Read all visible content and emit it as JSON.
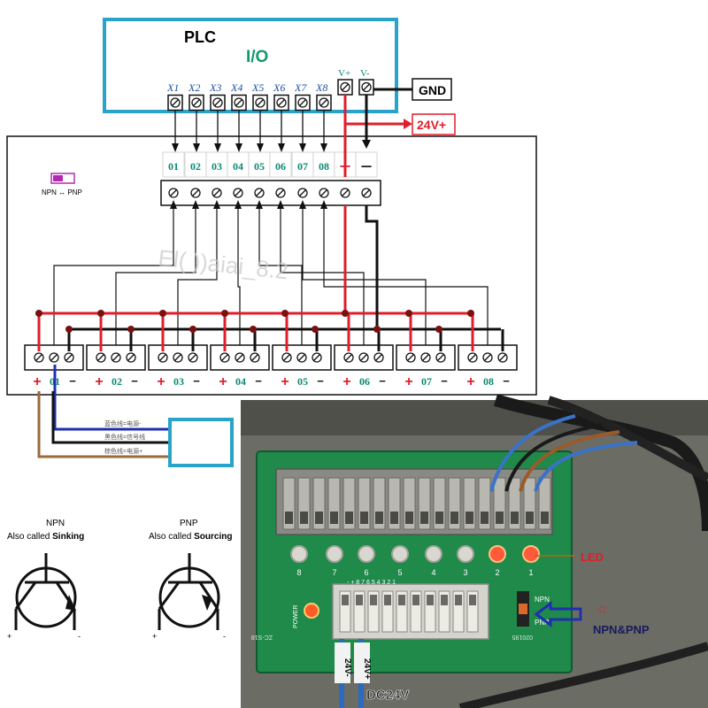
{
  "plc": {
    "title": "PLC",
    "io_label": "I/O",
    "inputs": [
      "X1",
      "X2",
      "X3",
      "X4",
      "X5",
      "X6",
      "X7",
      "X8"
    ],
    "vplus": "V+",
    "vminus": "V-"
  },
  "gnd_label": "GND",
  "v24_label": "24V+",
  "board": {
    "slider_label": "NPN ↔ PNP",
    "terminal_numbers": [
      "01",
      "02",
      "03",
      "04",
      "05",
      "06",
      "07",
      "08"
    ],
    "plus_sign": "+",
    "minus_sign": "−",
    "channels": [
      {
        "plus": "+",
        "num": "01",
        "minus": "−"
      },
      {
        "plus": "+",
        "num": "02",
        "minus": "−"
      },
      {
        "plus": "+",
        "num": "03",
        "minus": "−"
      },
      {
        "plus": "+",
        "num": "04",
        "minus": "−"
      },
      {
        "plus": "+",
        "num": "05",
        "minus": "−"
      },
      {
        "plus": "+",
        "num": "06",
        "minus": "−"
      },
      {
        "plus": "+",
        "num": "07",
        "minus": "−"
      },
      {
        "plus": "+",
        "num": "08",
        "minus": "−"
      }
    ],
    "watermark": "El( ))aiai_8.2"
  },
  "sensor_wires": {
    "blue": "蓝色线=电源-",
    "black": "黑色线=信号线",
    "brown": "棕色线=电源+"
  },
  "npn": {
    "title": "NPN",
    "subtitle_prefix": "Also called ",
    "subtitle_bold": "Sinking",
    "plus": "+",
    "minus": "-"
  },
  "pnp": {
    "title": "PNP",
    "subtitle_prefix": "Also called ",
    "subtitle_bold": "Sourcing",
    "plus": "+",
    "minus": "-"
  },
  "photo": {
    "led_numbers": [
      "8",
      "7",
      "6",
      "5",
      "4",
      "3",
      "2",
      "1"
    ],
    "led_label": "LED",
    "npn_pnp_label": "NPN&PNP",
    "star": "☆",
    "dc_label": "DC24V",
    "power_label": "POWER",
    "wire_label_1": "24V+",
    "wire_label_2": "24V-",
    "model_label": "ZC-S18",
    "serial_label": "020195",
    "switch_npn": "NPN",
    "switch_pnp": "PNP",
    "header_numbers": "- + 8 7 6 5 4 3 2 1"
  },
  "colors": {
    "plc_border": "#2aa3c8",
    "io_text": "#119a6f",
    "red_wire": "#e01e2b",
    "blue_wire": "#1f2fb0",
    "brown_wire": "#9a6a3a",
    "teal_text": "#0d8a73",
    "purple": "#b02bb0"
  }
}
